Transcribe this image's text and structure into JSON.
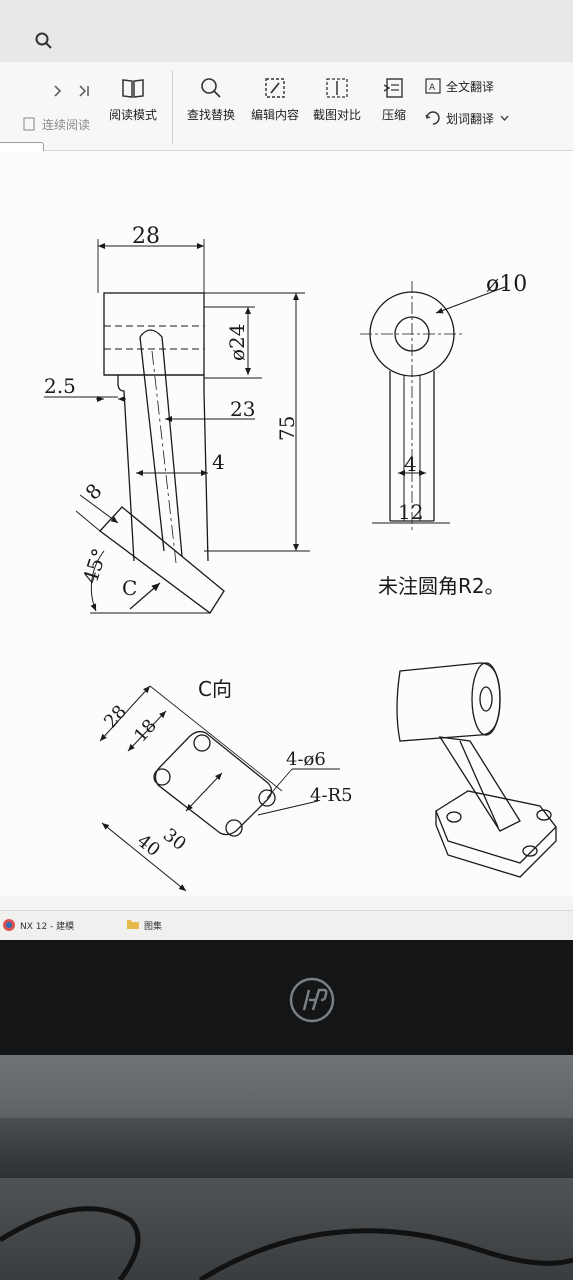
{
  "ribbon": {
    "read_continuous": "连续阅读",
    "read_mode": "阅读模式",
    "find_replace": "查找替换",
    "edit_content": "编辑内容",
    "screenshot_compare": "截图对比",
    "compress": "压缩",
    "full_translate": "全文翻译",
    "word_translate": "划词翻译"
  },
  "drawing": {
    "dim_28_top": "28",
    "dim_phi24": "ø24",
    "dim_2_5": "2.5",
    "dim_23": "23",
    "dim_75": "75",
    "dim_4_front": "4",
    "dim_8": "8",
    "dim_45deg": "45°",
    "view_c_label": "C",
    "dim_phi10": "ø10",
    "dim_4_side": "4",
    "dim_12": "12",
    "note": "未注圆角R2。",
    "view_c_title": "C向",
    "dim_28_c": "28",
    "dim_18_c": "18",
    "dim_4phi6": "4-ø6",
    "dim_4R5": "4-R5",
    "dim_30": "30",
    "dim_40": "40"
  },
  "taskbar": {
    "item1": "NX 12 - 建模",
    "item2": "图集"
  },
  "colors": {
    "line": "#1a1a1a",
    "accent": "#2b6cb0",
    "paper": "#fcfcfb"
  }
}
